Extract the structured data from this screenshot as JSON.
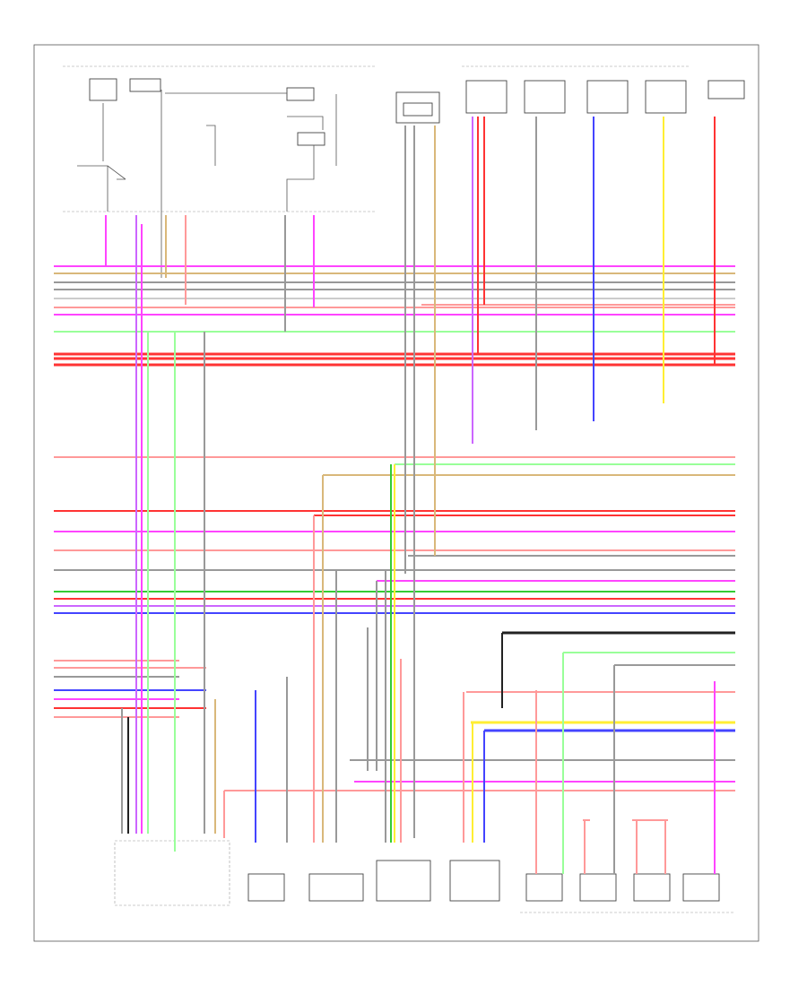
{
  "diagram": {
    "wire_colors": {
      "pink": "#ff44ff",
      "violet": "#cc66ff",
      "red": "#ff3333",
      "light_red": "#ff9999",
      "green": "#33cc33",
      "light_green": "#99ff99",
      "blue": "#4444ff",
      "yellow": "#ffee33",
      "gray": "#999999",
      "black": "#222222",
      "tan": "#d9b87a",
      "white": "#cccccc"
    },
    "components": [
      {
        "id": "pcm"
      },
      {
        "id": "sensor-1"
      },
      {
        "id": "sensor-2"
      },
      {
        "id": "sensor-3"
      },
      {
        "id": "sensor-4"
      },
      {
        "id": "sensor-5"
      },
      {
        "id": "park-neutral-switch"
      },
      {
        "id": "module-a"
      },
      {
        "id": "module-b"
      },
      {
        "id": "module-c"
      },
      {
        "id": "module-d"
      },
      {
        "id": "injector-1"
      },
      {
        "id": "injector-2"
      },
      {
        "id": "injector-3"
      },
      {
        "id": "injector-4"
      }
    ]
  }
}
